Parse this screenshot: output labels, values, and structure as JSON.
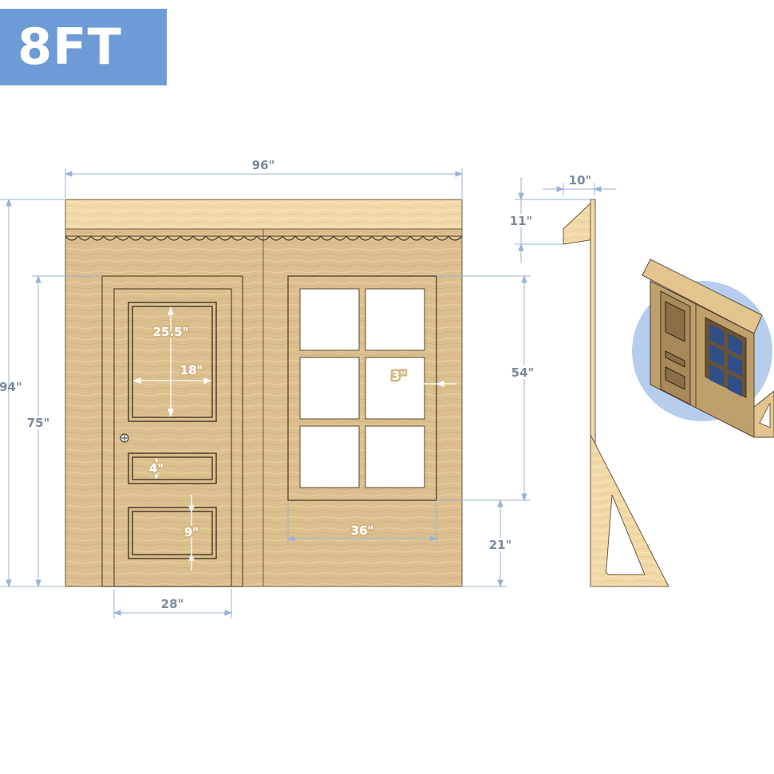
{
  "badge": {
    "label": "8FT"
  },
  "dimensions": {
    "total_width": "96\"",
    "total_height": "94\"",
    "door_frame_height": "75\"",
    "door_width": "28\"",
    "upper_panel_height": "25.5\"",
    "upper_panel_width": "18\"",
    "middle_panel_height": "4\"",
    "lower_panel_height": "9\"",
    "window_height": "54\"",
    "window_width": "36\"",
    "window_mullion": "3\"",
    "sill_height": "21\"",
    "top_depth": "10\"",
    "top_height": "11\""
  },
  "colors": {
    "badge": "#6d9bd6",
    "wood": "#dcbf8e",
    "wood_light": "#f1d9a8",
    "dimension_line": "#9bb3d6",
    "outline": "#5a4a33",
    "preview_circle": "#b7cdee"
  }
}
